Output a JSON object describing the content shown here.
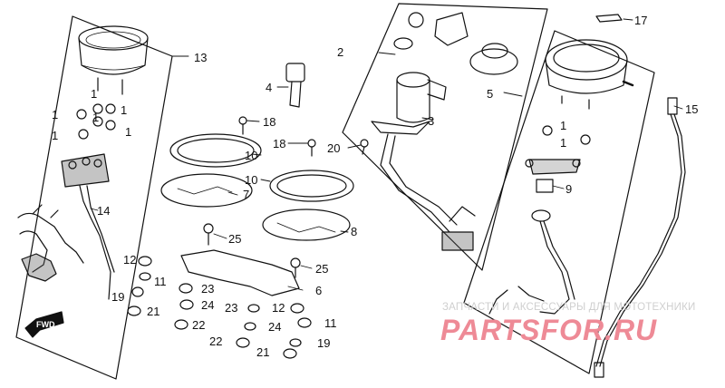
{
  "callouts": {
    "c1a": "1",
    "c1b": "1",
    "c1c": "1",
    "c1d": "1",
    "c1e": "1",
    "c1f": "1",
    "c1g": "1",
    "c1h": "1",
    "c2": "2",
    "c3": "3",
    "c4": "4",
    "c5": "5",
    "c6": "6",
    "c7": "7",
    "c8": "8",
    "c9": "9",
    "c10a": "10",
    "c10b": "10",
    "c11a": "11",
    "c11b": "11",
    "c12a": "12",
    "c12b": "12",
    "c13": "13",
    "c14": "14",
    "c15": "15",
    "c17": "17",
    "c18a": "18",
    "c18b": "18",
    "c19a": "19",
    "c19b": "19",
    "c20": "20",
    "c21a": "21",
    "c21b": "21",
    "c22a": "22",
    "c22b": "22",
    "c23a": "23",
    "c23b": "23",
    "c24a": "24",
    "c24b": "24",
    "c25a": "25",
    "c25b": "25"
  },
  "direction_marker": "FWD",
  "watermark": {
    "line1": "ЗАПЧАСТИ И АКСЕССУАРЫ ДЛЯ МОТОТЕХНИКИ",
    "line2": "PARTSFOR.RU"
  },
  "colors": {
    "ink": "#111111",
    "watermark_text": "#cfcfcf",
    "watermark_brand": "#ee8a96"
  }
}
